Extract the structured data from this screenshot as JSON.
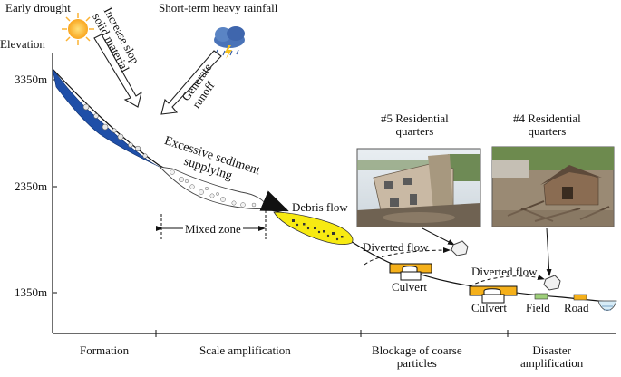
{
  "axis": {
    "y_title": "Elevation",
    "y_ticks": [
      "3350m",
      "2350m",
      "1350m"
    ]
  },
  "stages": [
    "Formation",
    "Scale amplification",
    "Blockage of coarse\nparticles",
    "Disaster\namplification"
  ],
  "triggers": {
    "drought": "Early drought",
    "rainfall": "Short-term heavy rainfall",
    "increase_slope": "Increase slop\nsolid material",
    "generate_runoff": "Generate\nrunoff"
  },
  "labels": {
    "excessive": "Excessive sediment\nsupplying",
    "mixed_zone": "Mixed zone",
    "debris_flow": "Debris flow",
    "diverted_flow_1": "Diverted flow",
    "diverted_flow_2": "Diverted flow",
    "culvert_1": "Culvert",
    "culvert_2": "Culvert",
    "field": "Field",
    "road": "Road"
  },
  "photos": {
    "res5": "#5 Residential\nquarters",
    "res4": "#4 Residential\nquarters"
  },
  "colors": {
    "deposit_blue": "#1f4fa8",
    "debris_yellow": "#f7ea12",
    "culvert_orange": "#f5b01a",
    "field_green": "#9ecf7a",
    "sun": "#fbb233"
  }
}
